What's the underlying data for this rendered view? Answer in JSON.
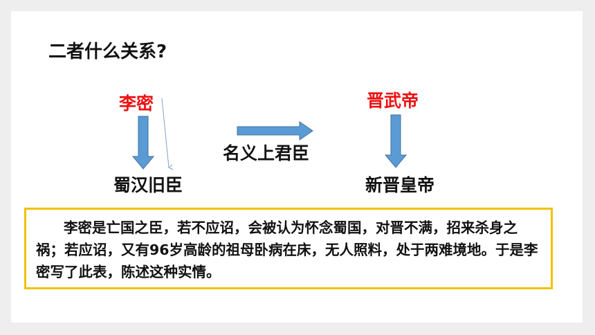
{
  "title": "二者什么关系?",
  "nodes": {
    "li_mi": "李密",
    "jin_wudi": "晋武帝",
    "shu_han": "蜀汉旧臣",
    "xin_jin": "新晋皇帝",
    "relation": "名义上君臣"
  },
  "paragraph": "李密是亡国之臣，若不应诏，会被认为怀念蜀国，对晋不满，招来杀身之祸；若应诏，又有96岁高龄的祖母卧病在床，无人照料，处于两难境地。于是李密写了此表，陈述这种实情。",
  "colors": {
    "arrow_fill": "#5b9bd5",
    "arrow_stroke": "#41719c",
    "accent_red": "#ee1111",
    "border_yellow": "#f2c100"
  }
}
